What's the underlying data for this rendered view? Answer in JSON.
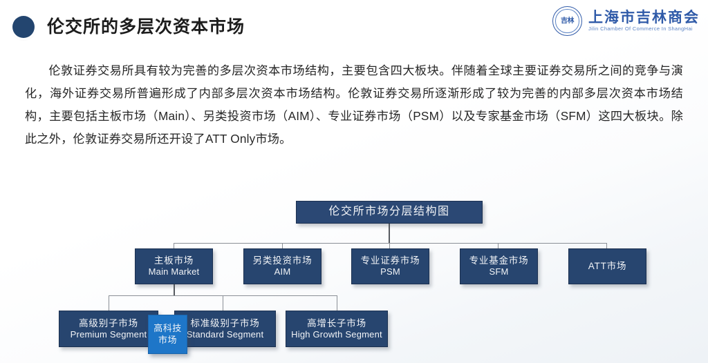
{
  "header": {
    "title": "伦交所的多层次资本市场",
    "bullet_color": "#23456f"
  },
  "logo": {
    "seal_chars": "吉林",
    "name_cn": "上海市吉林商会",
    "name_en": "Jilin Chamber Of Commerce In ShangHai",
    "color": "#2f5aa8"
  },
  "body": {
    "paragraph": "伦敦证券交易所具有较为完善的多层次资本市场结构，主要包含四大板块。伴随着全球主要证券交易所之间的竞争与演化，海外证券交易所普遍形成了内部多层次资本市场结构。伦敦证券交易所逐渐形成了较为完善的内部多层次资本市场结构，主要包括主板市场（Main）、另类投资市场（AIM）、专业证券市场（PSM）以及专家基金市场（SFM）这四大板块。除此之外，伦敦证券交易所还开设了ATT Only市场。"
  },
  "diagram": {
    "colors": {
      "node": "#27456f",
      "highlight": "#1e76c8",
      "connector": "#8a8f96"
    },
    "root": {
      "cn": "伦交所市场分层结构图",
      "en": ""
    },
    "level2": [
      {
        "cn": "主板市场",
        "en": "Main Market"
      },
      {
        "cn": "另类投资市场",
        "en": "AIM"
      },
      {
        "cn": "专业证券市场",
        "en": "PSM"
      },
      {
        "cn": "专业基金市场",
        "en": "SFM"
      },
      {
        "cn": "ATT市场",
        "en": ""
      }
    ],
    "level3": [
      {
        "cn": "高级别子市场",
        "en": "Premium Segment"
      },
      {
        "cn": "标准级别子市场",
        "en": "Standard Segment"
      },
      {
        "cn": "高增长子市场",
        "en": "High Growth Segment"
      }
    ],
    "highlight": {
      "line1": "高科技",
      "line2": "市场"
    }
  }
}
